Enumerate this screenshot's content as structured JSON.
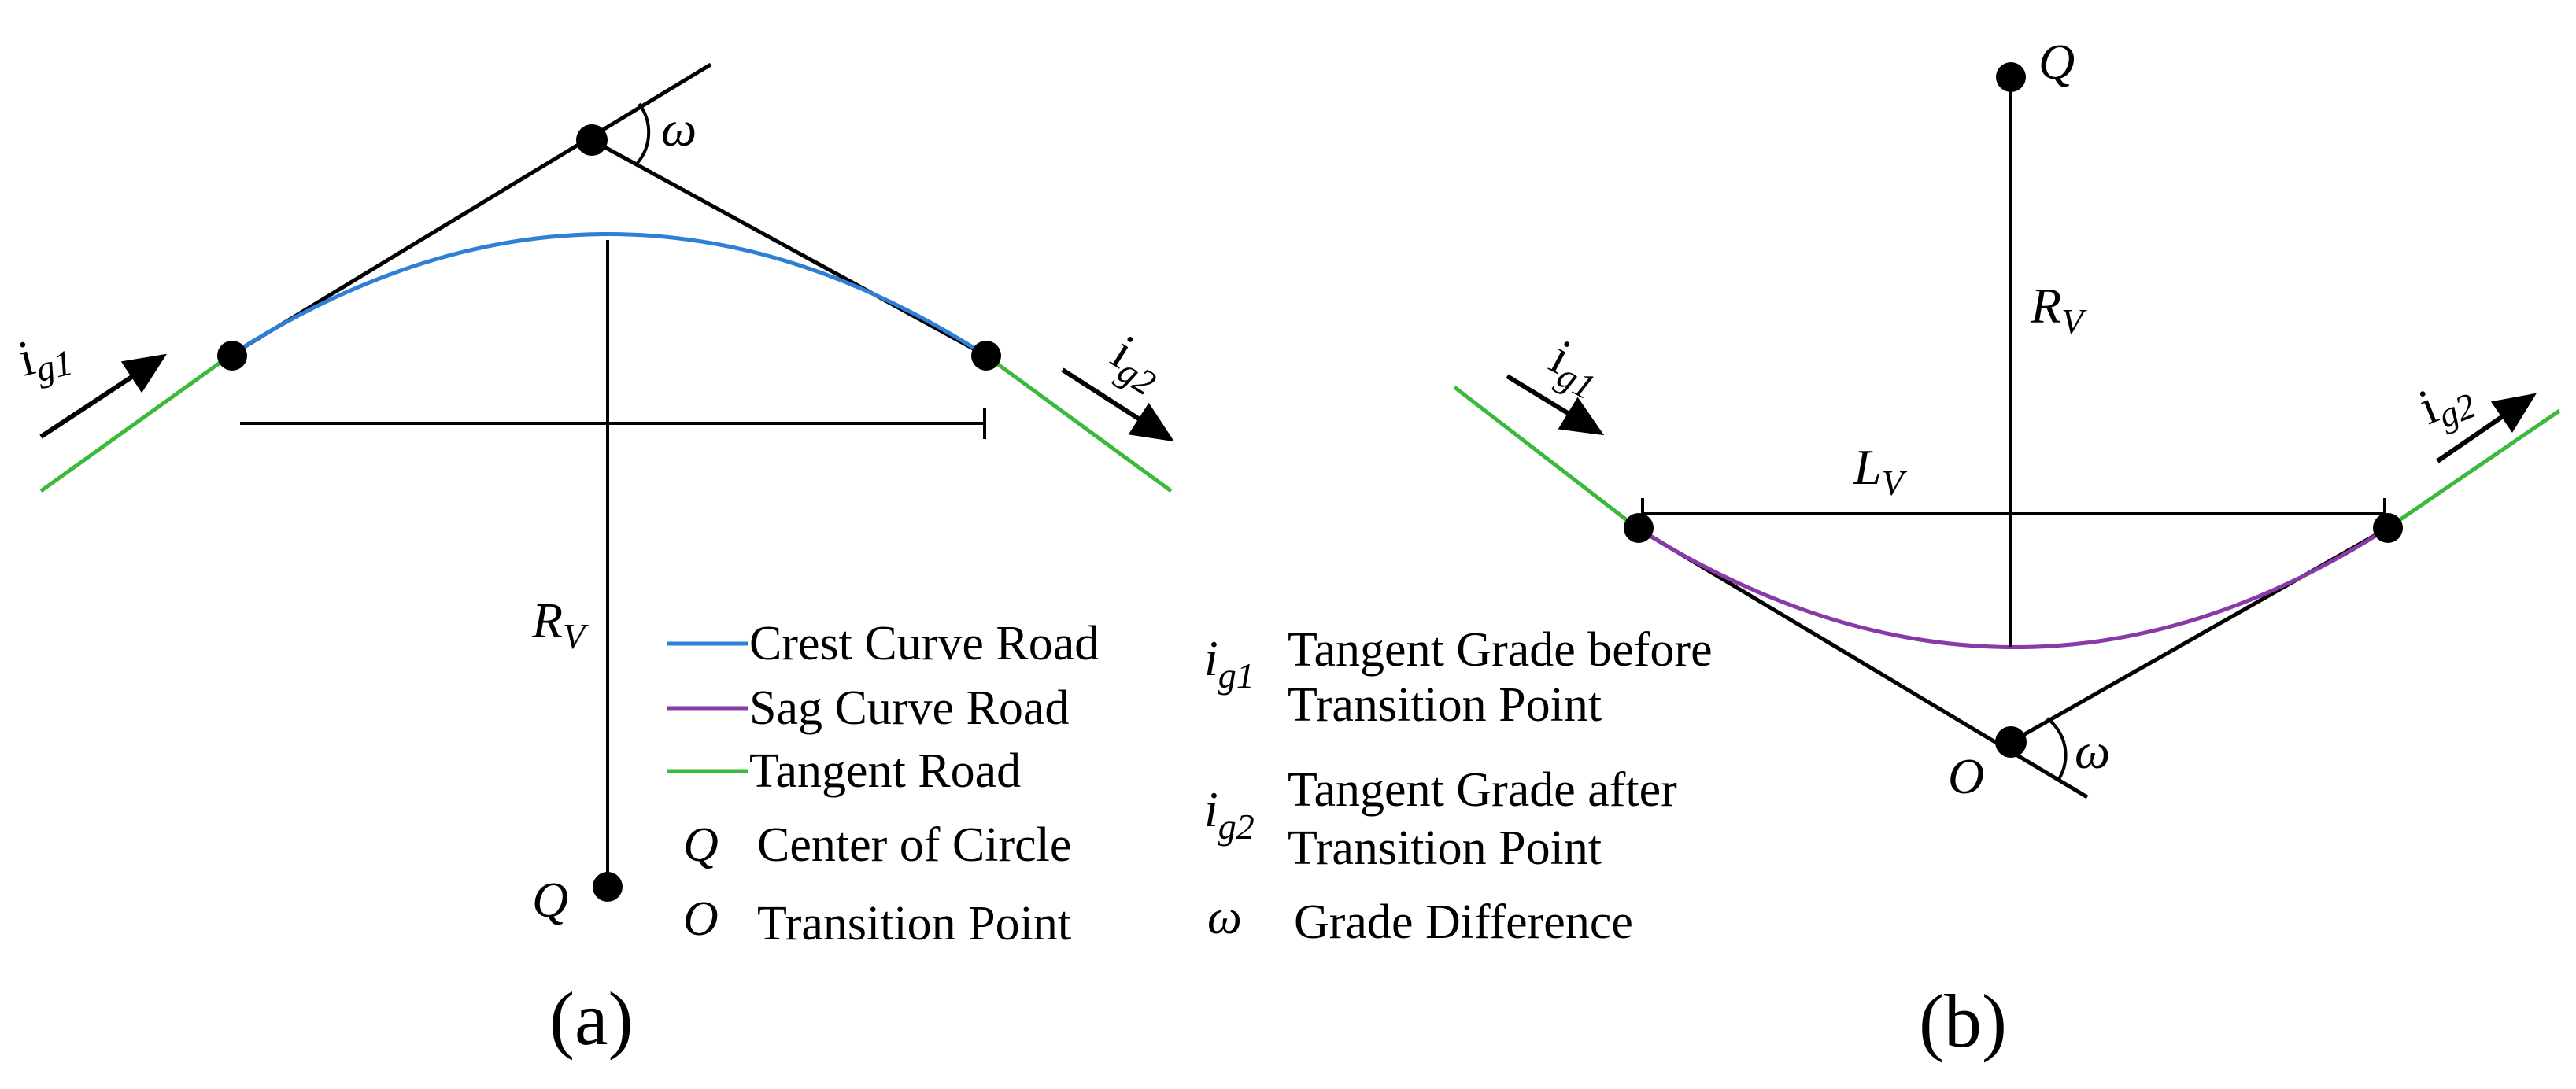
{
  "panel_a": {
    "caption": "(a)",
    "omega": "ω",
    "ig1_main": "i",
    "ig1_sub": "g1",
    "ig2_main": "i",
    "ig2_sub": "g2",
    "rv_main": "R",
    "rv_sub": "V",
    "q_label": "Q"
  },
  "panel_b": {
    "caption": "(b)",
    "q_label": "Q",
    "rv_main": "R",
    "rv_sub": "V",
    "lv_main": "L",
    "lv_sub": "V",
    "ig1_main": "i",
    "ig1_sub": "g1",
    "ig2_main": "i",
    "ig2_sub": "g2",
    "o_label": "O",
    "omega": "ω"
  },
  "legend": {
    "crest": "Crest Curve Road",
    "sag": "Sag Curve Road",
    "tangent": "Tangent Road",
    "q_symbol": "Q",
    "q_desc": "Center of Circle",
    "o_symbol": "O",
    "o_desc": "Transition Point",
    "ig1_main": "i",
    "ig1_sub": "g1",
    "ig1_desc_1": "Tangent Grade before",
    "ig1_desc_2": "Transition Point",
    "ig2_main": "i",
    "ig2_sub": "g2",
    "ig2_desc_1": "Tangent Grade after",
    "ig2_desc_2": "Transition Point",
    "omega_symbol": "ω",
    "omega_desc": "Grade Difference"
  },
  "colors": {
    "crest": "#2f7fd6",
    "sag": "#8a3aa8",
    "tangent": "#3cb93c",
    "line": "#000000"
  }
}
